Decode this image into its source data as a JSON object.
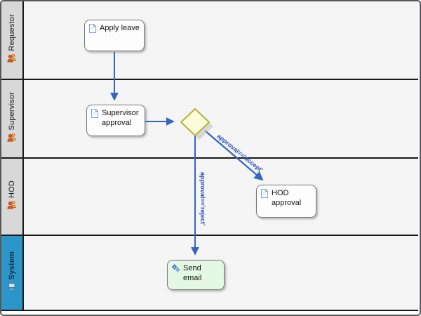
{
  "diagram": {
    "type": "workflow-swimlane",
    "lanes": [
      {
        "label": "Requestor",
        "icon": "people-icon",
        "label_bg": "#d8d8d8"
      },
      {
        "label": "Supervisor",
        "icon": "people-icon",
        "label_bg": "#d8d8d8"
      },
      {
        "label": "HOD",
        "icon": "people-icon",
        "label_bg": "#d8d8d8"
      },
      {
        "label": "System",
        "icon": "computer-icon",
        "label_bg": "#2d96c9"
      }
    ],
    "tasks": [
      {
        "id": "apply-leave",
        "label": "Apply leave",
        "icon": "document-icon",
        "lane": "Requestor",
        "fill": "#fdfdfd"
      },
      {
        "id": "supervisor-approval",
        "label": "Supervisor approval",
        "icon": "document-icon",
        "lane": "Supervisor",
        "fill": "#fdfdfd"
      },
      {
        "id": "hod-approval",
        "label": "HOD approval",
        "icon": "document-icon",
        "lane": "HOD",
        "fill": "#fdfdfd"
      },
      {
        "id": "send-email",
        "label": "Send email",
        "icon": "gears-icon",
        "lane": "System",
        "fill": "#e4f9e3"
      }
    ],
    "gateway": {
      "id": "decision-gateway",
      "shape": "diamond",
      "lane": "Supervisor",
      "fill": "#fcfcda",
      "border": "#b4b43c"
    },
    "edges": [
      {
        "from": "apply-leave",
        "to": "supervisor-approval",
        "label": ""
      },
      {
        "from": "supervisor-approval",
        "to": "decision-gateway",
        "label": ""
      },
      {
        "from": "decision-gateway",
        "to": "send-email",
        "label": "approval=='reject'"
      },
      {
        "from": "decision-gateway",
        "to": "hod-approval",
        "label": "approval=='accept'"
      }
    ],
    "colors": {
      "connector": "#3465c4",
      "edge_label": "#2b50b4",
      "lane_body": "#f5f5f5",
      "divider": "#1a1a1a",
      "frame_border": "#58585a"
    }
  }
}
